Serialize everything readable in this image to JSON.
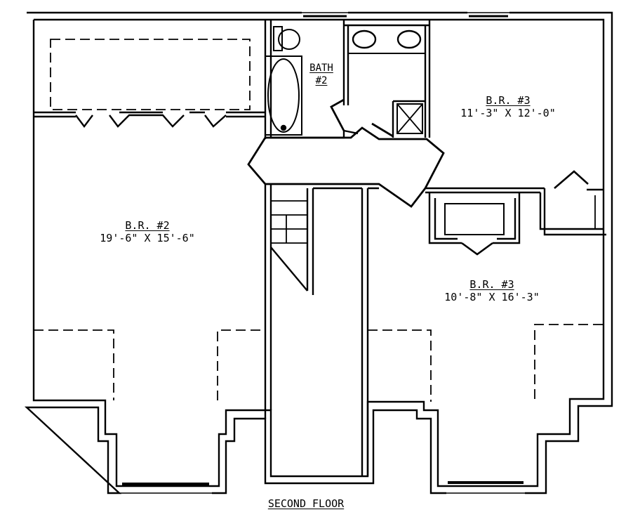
{
  "plan": {
    "title": "SECOND FLOOR",
    "rooms": [
      {
        "id": "bedroom-2",
        "name": "B.R. #2",
        "size": "19'-6\" X 15'-6\""
      },
      {
        "id": "bedroom-3-upper",
        "name": "B.R. #3",
        "size": "11'-3\" X 12'-0\""
      },
      {
        "id": "bedroom-3-lower",
        "name": "B.R. #3",
        "size": "10'-8\" X 16'-3\""
      },
      {
        "id": "bath-2",
        "name": "BATH",
        "number": "#2"
      }
    ]
  }
}
